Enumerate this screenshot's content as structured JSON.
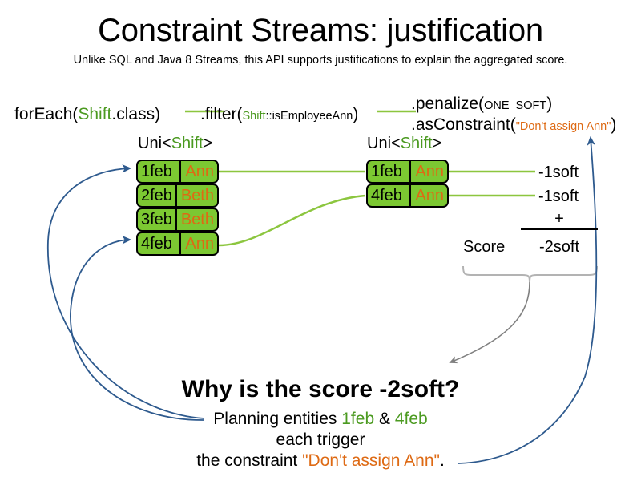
{
  "header": {
    "title": "Constraint Streams: justification",
    "subtitle": "Unlike SQL and Java 8 Streams, this API supports justifications to explain the aggregated score."
  },
  "colors": {
    "green_text": "#4b9a20",
    "orange_text": "#de6a14",
    "box_fill": "#7cc832",
    "connector_green": "#8cc63f",
    "arrow_blue": "#2e5a8e",
    "arrow_gray": "#808080"
  },
  "pipeline": {
    "foreach": {
      "prefix": "forEach(",
      "type": "Shift",
      "suffix": ".class)"
    },
    "filter": {
      "prefix": ".filter(",
      "arg_type": "Shift",
      "arg_rest": "::isEmployeeAnn",
      "suffix": ")"
    },
    "penalize": {
      "prefix": ".penalize(",
      "arg": "ONE_SOFT",
      "suffix": ")"
    },
    "as_constraint": {
      "prefix": ".asConstraint(",
      "arg": "\"Don't assign Ann\"",
      "suffix": ")"
    }
  },
  "streams": {
    "left_label_prefix": "Uni<",
    "left_label_type": "Shift",
    "left_label_suffix": ">",
    "right_label_prefix": "Uni<",
    "right_label_type": "Shift",
    "right_label_suffix": ">",
    "left_facts": [
      {
        "date": "1feb",
        "employee": "Ann"
      },
      {
        "date": "2feb",
        "employee": "Beth"
      },
      {
        "date": "3feb",
        "employee": "Beth"
      },
      {
        "date": "4feb",
        "employee": "Ann"
      }
    ],
    "right_facts": [
      {
        "date": "1feb",
        "employee": "Ann",
        "penalty": "-1soft"
      },
      {
        "date": "4feb",
        "employee": "Ann",
        "penalty": "-1soft"
      }
    ]
  },
  "score": {
    "plus": "+",
    "label": "Score",
    "total": "-2soft"
  },
  "explanation": {
    "heading": "Why is the score -2soft?",
    "line1_a": "Planning entities ",
    "line1_b": "1feb",
    "line1_c": " & ",
    "line1_d": "4feb",
    "line2": "each trigger",
    "line3_a": "the constraint ",
    "line3_b": "\"Don't assign Ann\"",
    "line3_c": "."
  }
}
